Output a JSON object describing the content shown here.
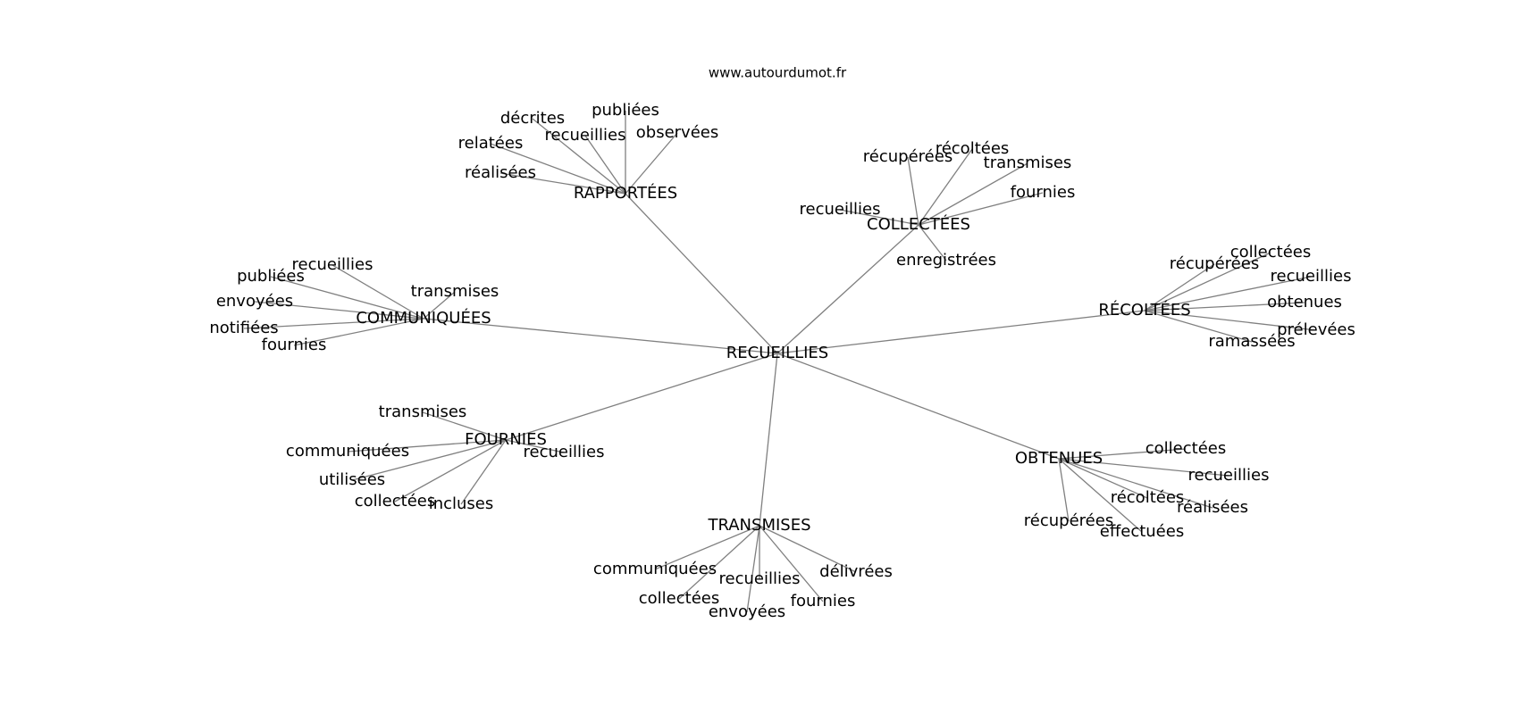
{
  "site": "www.autourdumot.fr",
  "graph": {
    "root": "RECUEILLIES",
    "hubs": [
      {
        "id": "rapportees",
        "label": "RAPPORTÉES",
        "leaves": [
          "décrites",
          "publiées",
          "relatées",
          "recueillies",
          "observées",
          "réalisées"
        ]
      },
      {
        "id": "collectees",
        "label": "COLLECTÉES",
        "leaves": [
          "récupérées",
          "récoltées",
          "transmises",
          "fournies",
          "recueillies",
          "enregistrées"
        ]
      },
      {
        "id": "communiquees",
        "label": "COMMUNIQUÉES",
        "leaves": [
          "recueillies",
          "publiées",
          "envoyées",
          "transmises",
          "notifiées",
          "fournies"
        ]
      },
      {
        "id": "recoltees",
        "label": "RÉCOLTÉES",
        "leaves": [
          "collectées",
          "récupérées",
          "recueillies",
          "obtenues",
          "prélevées",
          "ramassées"
        ]
      },
      {
        "id": "fournies",
        "label": "FOURNIES",
        "leaves": [
          "transmises",
          "communiquées",
          "recueillies",
          "utilisées",
          "collectées",
          "incluses"
        ]
      },
      {
        "id": "obtenues",
        "label": "OBTENUES",
        "leaves": [
          "collectées",
          "recueillies",
          "récoltées",
          "réalisées",
          "récupérées",
          "effectuées"
        ]
      },
      {
        "id": "transmises",
        "label": "TRANSMISES",
        "leaves": [
          "communiquées",
          "recueillies",
          "délivrées",
          "collectées",
          "fournies",
          "envoyées"
        ]
      }
    ]
  }
}
